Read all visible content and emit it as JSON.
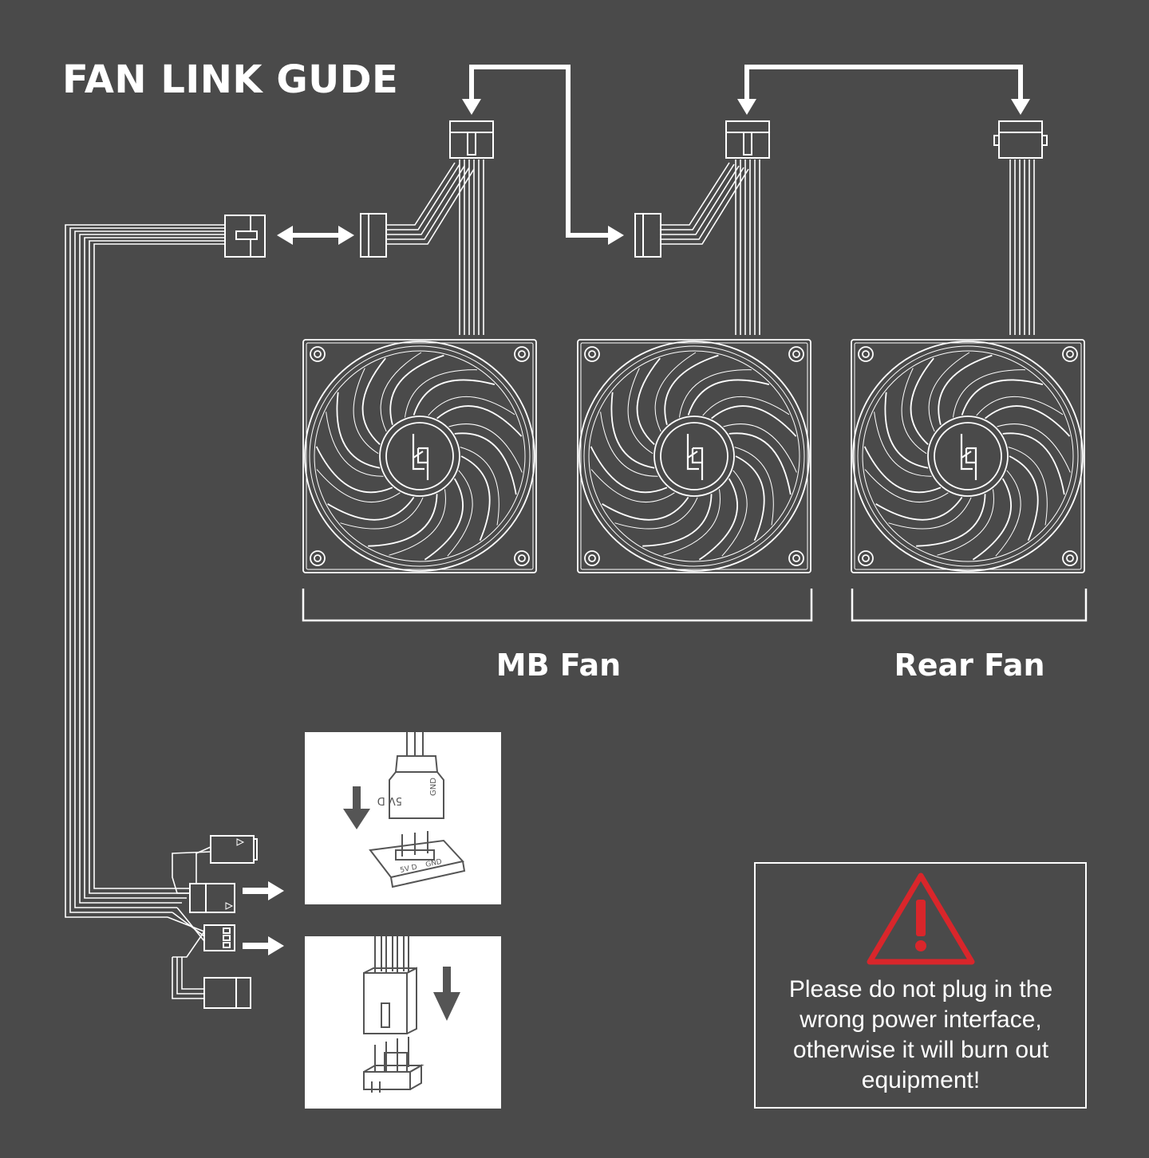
{
  "title": "FAN LINK GUDE",
  "groups": {
    "mb_fan": "MB Fan",
    "rear_fan": "Rear Fan"
  },
  "warning": {
    "text": "Please do not plug in the wrong power interface, otherwise it will burn out equipment!",
    "icon": "warning-triangle-icon",
    "color": "#d9262b"
  },
  "argb_panel": {
    "pin_labels": [
      "5V",
      "D",
      "GND"
    ]
  },
  "colors": {
    "background": "#4a4a4a",
    "line": "#ffffff",
    "panel": "#ffffff",
    "illustration": "#555555"
  },
  "fans": [
    {
      "name": "fan-1",
      "icon": "fan-icon"
    },
    {
      "name": "fan-2",
      "icon": "fan-icon"
    },
    {
      "name": "fan-3",
      "icon": "fan-icon"
    }
  ]
}
